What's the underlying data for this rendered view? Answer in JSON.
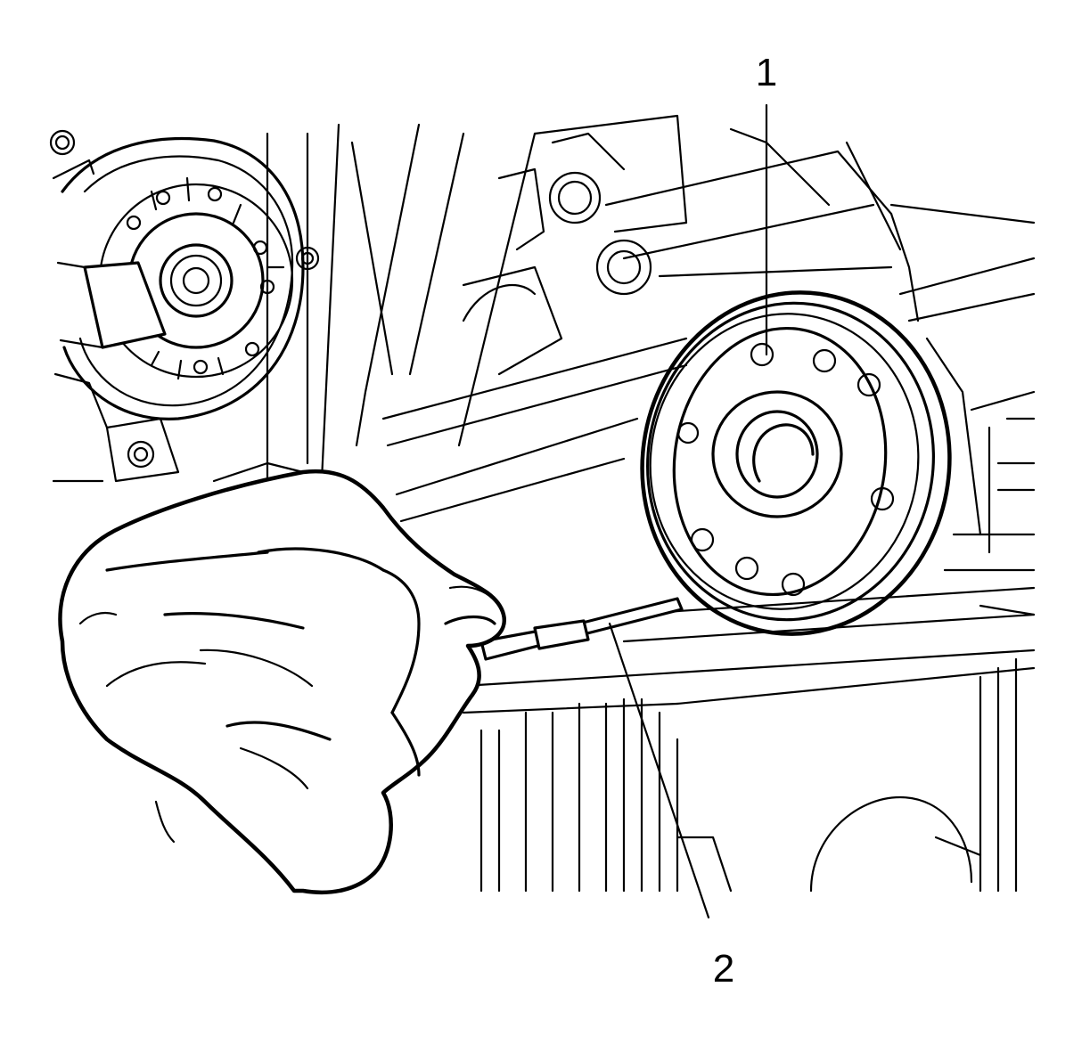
{
  "callouts": [
    {
      "id": "1",
      "label": "1"
    },
    {
      "id": "2",
      "label": "2"
    }
  ],
  "colors": {
    "ink": "#000000",
    "paper": "#ffffff"
  }
}
